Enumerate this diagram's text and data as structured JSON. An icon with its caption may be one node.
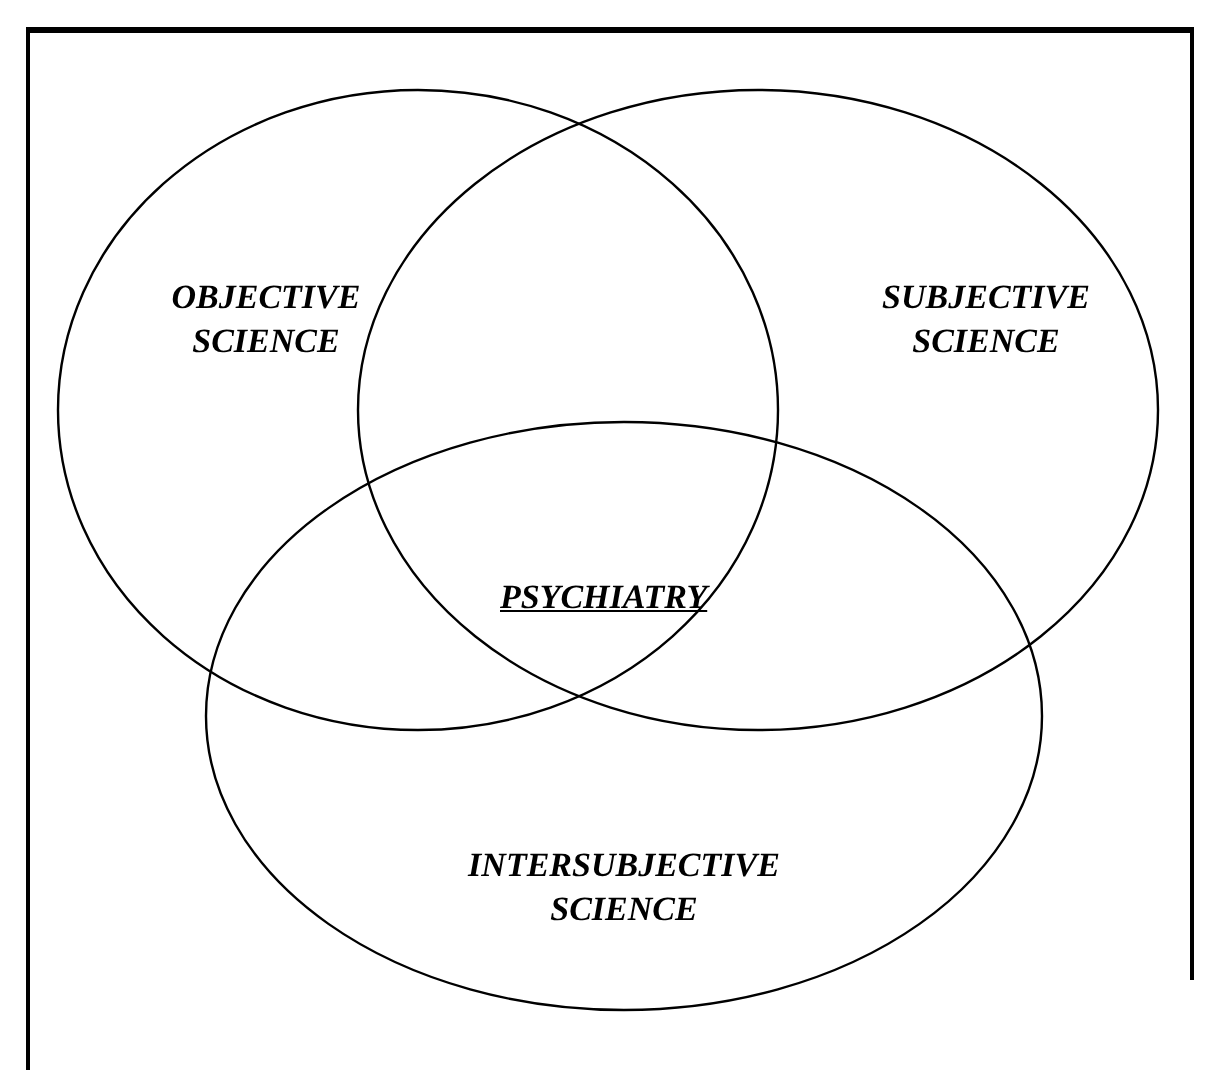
{
  "diagram": {
    "nodes": [
      {
        "text": [
          "OBJECTIVE SCIENCE"
        ]
      },
      {
        "text": [
          "SUBJECTIVE SCIENCE"
        ]
      },
      {
        "text": [
          "INTERSUBJECTIVE SCIENCE"
        ]
      }
    ],
    "labels": [
      "PSYCHIATRY"
    ]
  }
}
